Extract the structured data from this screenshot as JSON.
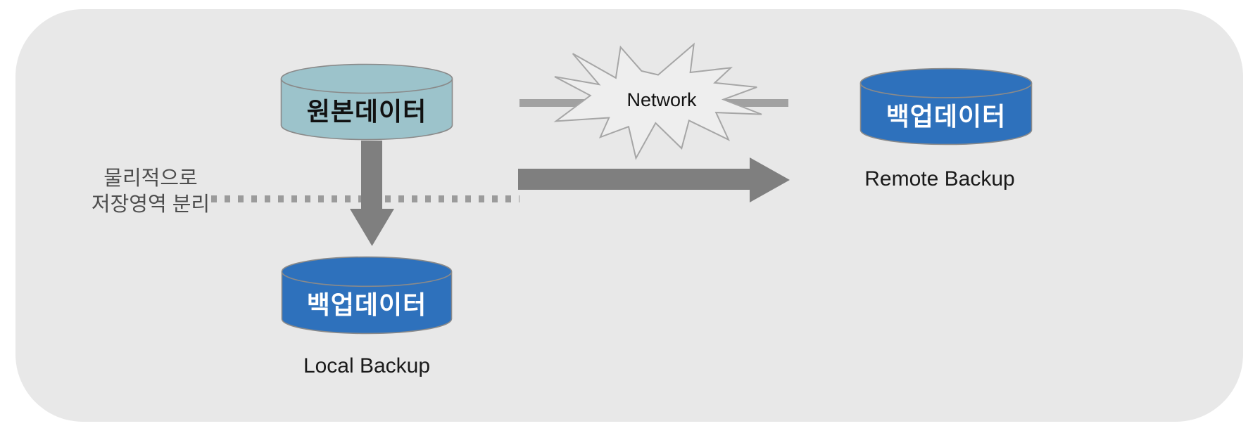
{
  "diagram": {
    "panel_color": "#e8e8e8",
    "source_db": {
      "label": "원본데이터",
      "color": "#9cc3cb",
      "icon": "database-cylinder"
    },
    "local_db": {
      "label": "백업데이터",
      "caption": "Local Backup",
      "color": "#2e71bc",
      "icon": "database-cylinder"
    },
    "remote_db": {
      "label": "백업데이터",
      "caption": "Remote Backup",
      "color": "#2e71bc",
      "icon": "database-cylinder"
    },
    "network": {
      "label": "Network",
      "icon": "explosion-starburst",
      "fill": "#eeeeee",
      "stroke": "#a6a6a6"
    },
    "separation_note": {
      "line1": "물리적으로",
      "line2": "저장영역 분리",
      "text_color": "#4d4d4d"
    },
    "arrows": {
      "color": "#7f7f7f",
      "connector_color": "#a1a1a1",
      "dotted_color": "#9b9b9b"
    }
  }
}
